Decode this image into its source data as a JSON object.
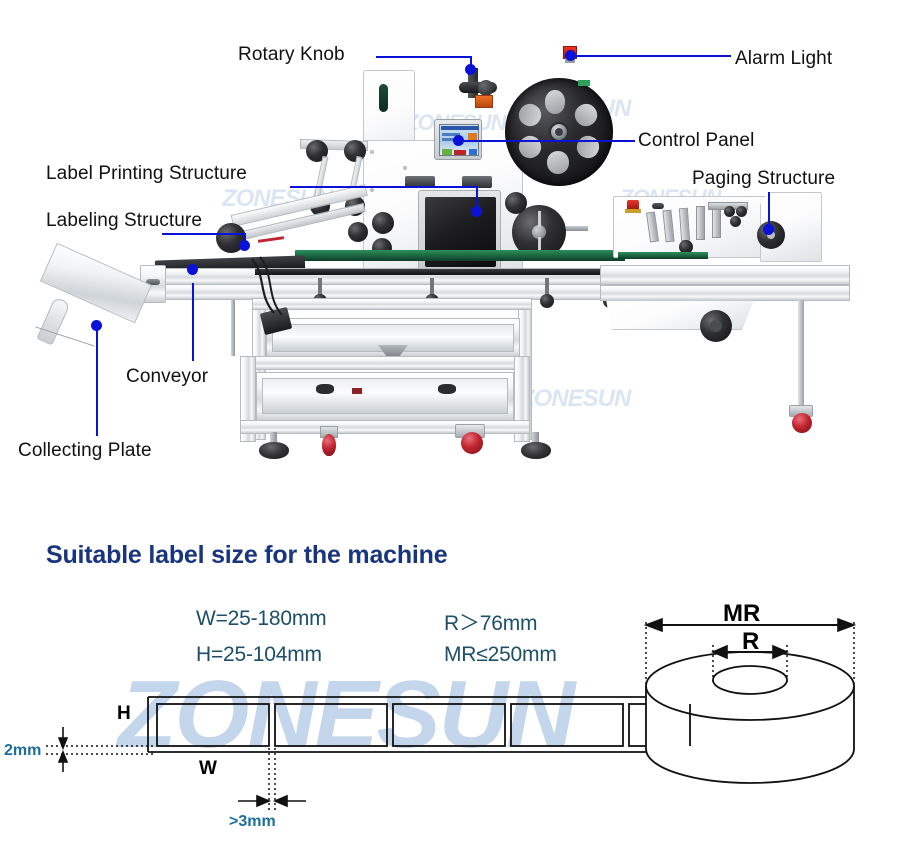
{
  "document": {
    "type": "product-annotated-diagram",
    "watermark": "ZONESUN"
  },
  "machine_diagram": {
    "callouts": [
      {
        "id": "rotary-knob",
        "label": "Rotary Knob"
      },
      {
        "id": "alarm-light",
        "label": "Alarm Light"
      },
      {
        "id": "control-panel",
        "label": "Control Panel"
      },
      {
        "id": "label-printing-structure",
        "label": "Label Printing Structure"
      },
      {
        "id": "paging-structure",
        "label": "Paging Structure"
      },
      {
        "id": "labeling-structure",
        "label": "Labeling Structure"
      },
      {
        "id": "conveyor",
        "label": "Conveyor"
      },
      {
        "id": "collecting-plate",
        "label": "Collecting Plate"
      }
    ],
    "leader_color": "#0a12d8",
    "label_color": "#111111"
  },
  "spec_section": {
    "title": "Suitable label size for the machine",
    "title_color": "#18357e",
    "text_color": "#1d4f68",
    "specs": [
      {
        "key": "W",
        "value": "W=25-180mm"
      },
      {
        "key": "R",
        "value": "R．76mm"
      },
      {
        "key": "H",
        "value": "H=25-104mm"
      },
      {
        "key": "MR",
        "value": "MR≤250mm"
      }
    ],
    "spec_lines": {
      "line1_left": "W=25-180mm",
      "line1_right": "R＞76mm",
      "line2_left": "H=25-104mm",
      "line2_right": "MR≤250mm"
    },
    "dimensions": {
      "height_letter": "H",
      "width_letter": "W",
      "margin": "2mm",
      "gap": ">3mm",
      "roll_outer": "MR",
      "roll_inner": "R"
    },
    "label_strip": {
      "label_count": 5
    }
  }
}
